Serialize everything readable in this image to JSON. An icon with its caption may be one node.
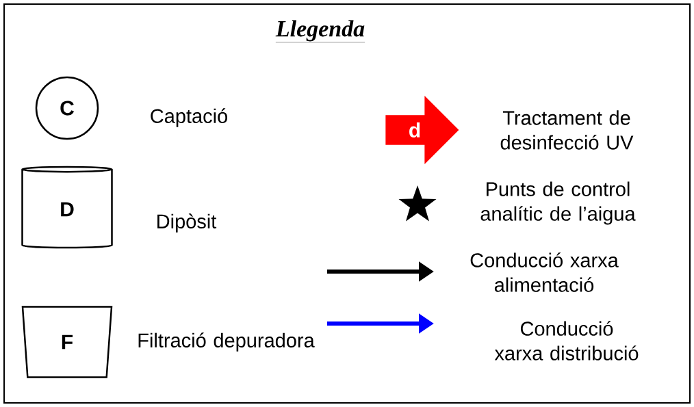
{
  "diagram": {
    "title": "Llegenda",
    "nodes": [
      {
        "text": [
          "C"
        ]
      },
      {
        "text": [
          "D"
        ]
      },
      {
        "text": [
          "F"
        ]
      },
      {
        "text": [
          "d"
        ]
      }
    ],
    "legend": [
      {
        "text": "Captació"
      },
      {
        "text": "Dipòsit"
      },
      {
        "text": "Filtració depuradora"
      },
      {
        "text": "Tractament de desinfecció UV"
      },
      {
        "text": "Punts de control analític de l’aigua"
      },
      {
        "text": "Conducció xarxa alimentació"
      },
      {
        "text": "Conducció xarxa distribució"
      }
    ]
  }
}
